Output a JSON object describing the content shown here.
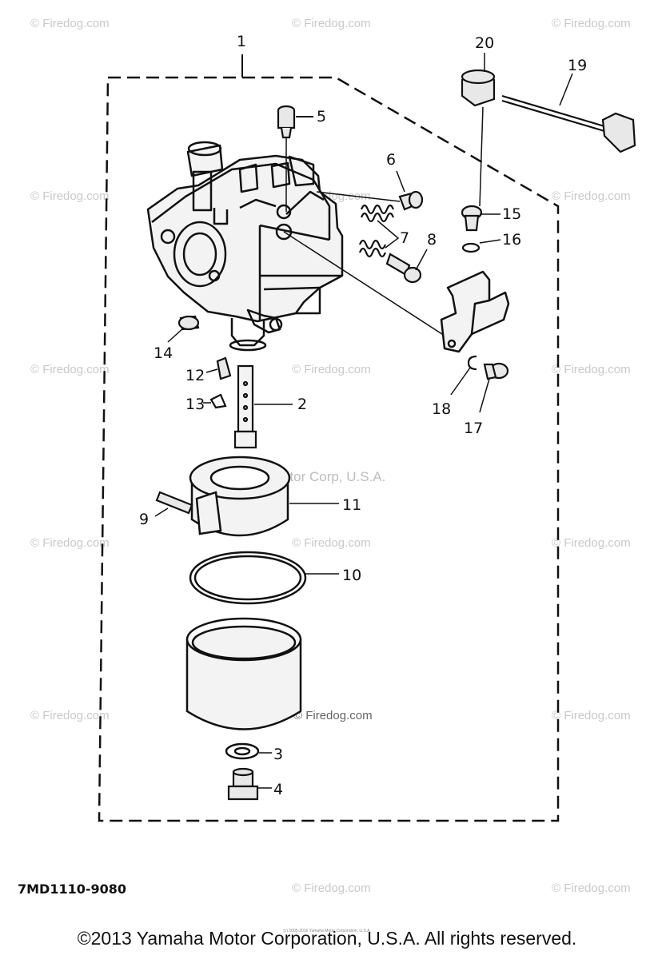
{
  "diagram": {
    "callouts": [
      "1",
      "2",
      "3",
      "4",
      "5",
      "6",
      "7",
      "8",
      "9",
      "10",
      "11",
      "12",
      "13",
      "14",
      "15",
      "16",
      "17",
      "18",
      "19",
      "20"
    ],
    "drawing_code": "7MD1110-9080",
    "watermark": "© Firedog.com",
    "center_watermark": "Yamaha Motor Corp, U.S.A.",
    "inline_watermark": "© Firedog.com"
  },
  "footer": {
    "copyright": "©2013 Yamaha Motor Corporation, U.S.A. All rights reserved.",
    "fine_print": "(c) 2005-2016 Yamaha Motor Corporation, U.S.A."
  }
}
